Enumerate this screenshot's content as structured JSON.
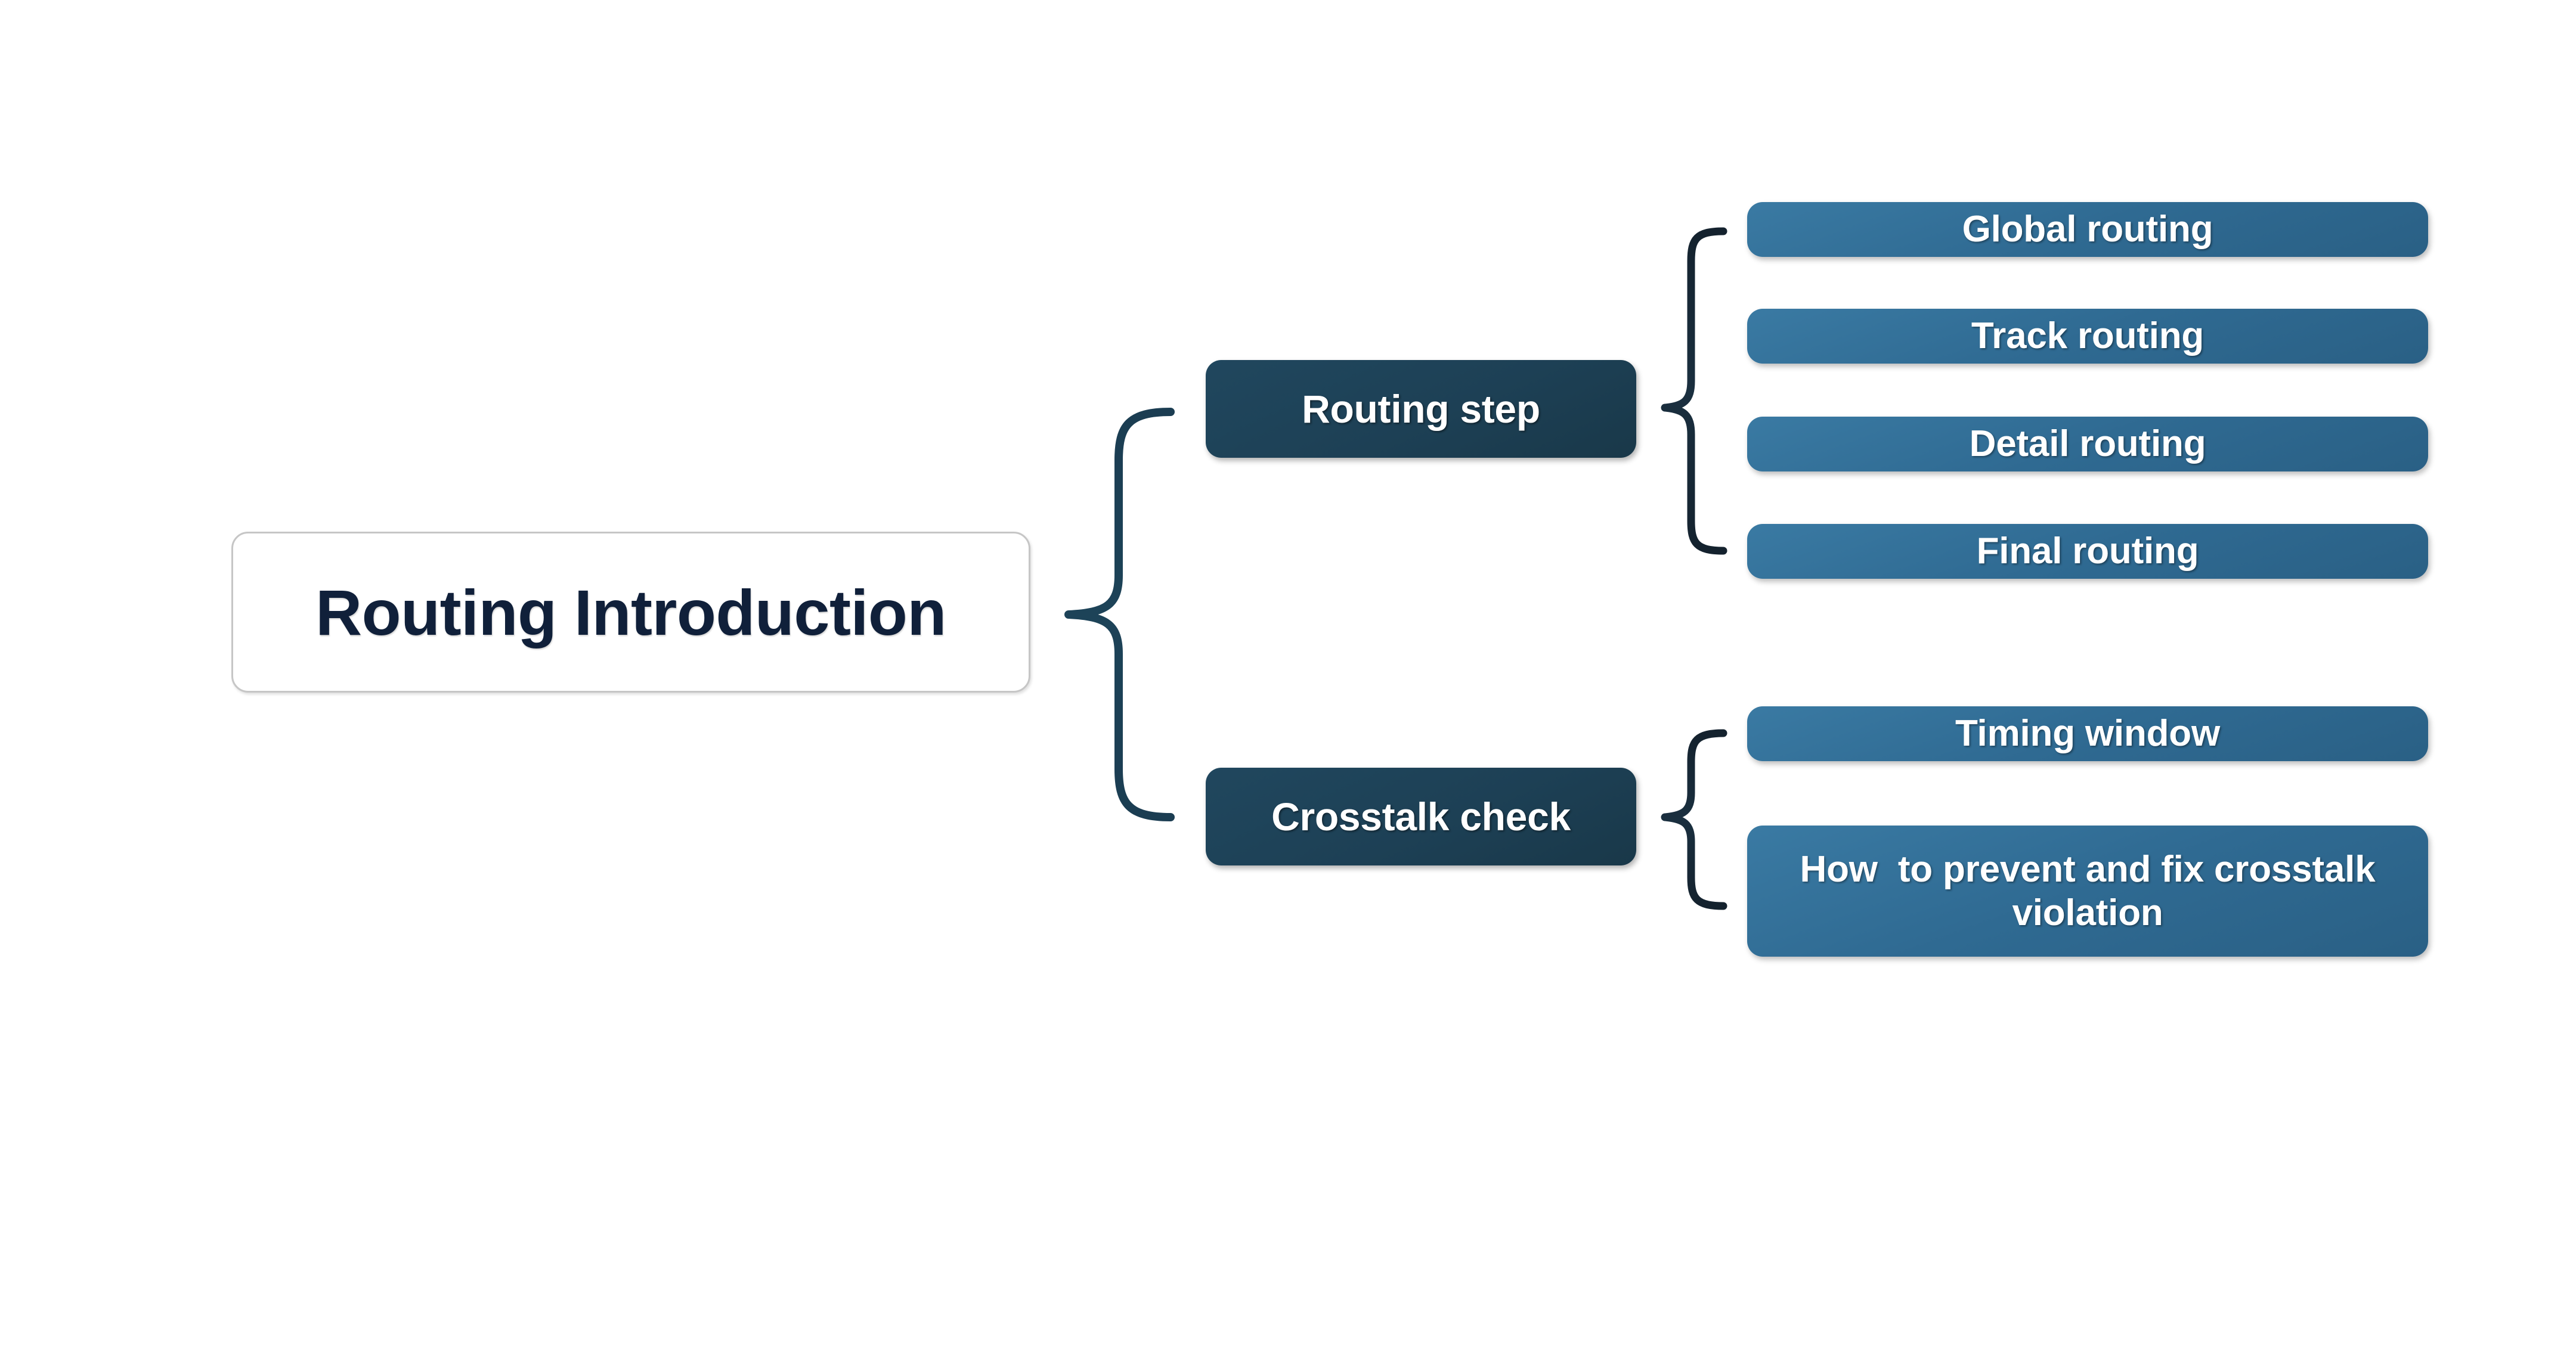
{
  "diagram": {
    "type": "mind-map",
    "background_color": "#ffffff",
    "root": {
      "label": "Routing Introduction",
      "text_color": "#10203a",
      "fill_color": "#ffffff",
      "border_color": "#c6c6c6"
    },
    "branch_color": "#1d4055",
    "leaf_color": "#2f6a92",
    "connector_color": "#1d4055",
    "branches": [
      {
        "label": "Routing step",
        "children": [
          {
            "label": "Global routing"
          },
          {
            "label": "Track routing"
          },
          {
            "label": "Detail routing"
          },
          {
            "label": "Final routing"
          }
        ]
      },
      {
        "label": "Crosstalk check",
        "children": [
          {
            "label": "Timing window"
          },
          {
            "label": "How  to prevent and fix crosstalk violation"
          }
        ]
      }
    ]
  }
}
